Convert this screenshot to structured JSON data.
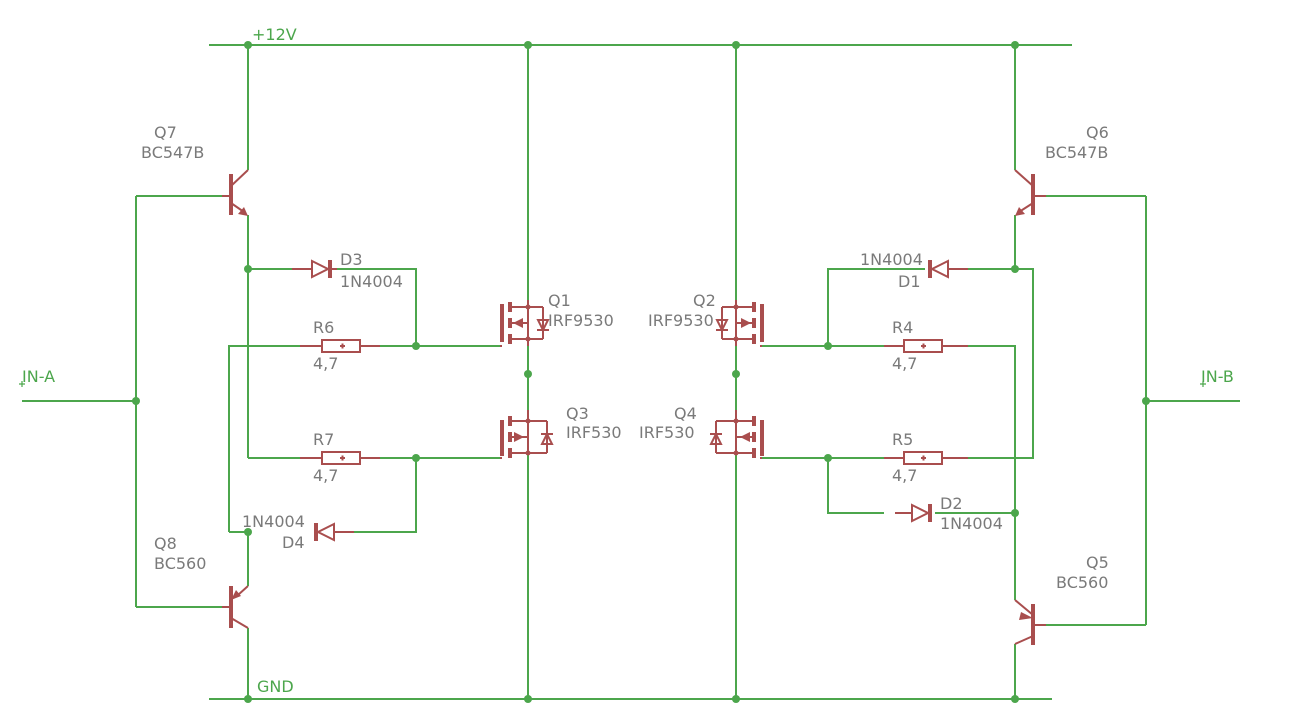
{
  "colors": {
    "wire": "#4ca64c",
    "part": "#a94e4e",
    "label": "#7a7a7a"
  },
  "nets": {
    "vcc": "+12V",
    "gnd": "GND",
    "in_a": "IN-A",
    "in_b": "IN-B"
  },
  "components": {
    "q1": {
      "name": "Q1",
      "value": "IRF9530"
    },
    "q2": {
      "name": "Q2",
      "value": "IRF9530"
    },
    "q3": {
      "name": "Q3",
      "value": "IRF530"
    },
    "q4": {
      "name": "Q4",
      "value": "IRF530"
    },
    "q5": {
      "name": "Q5",
      "value": "BC560"
    },
    "q6": {
      "name": "Q6",
      "value": "BC547B"
    },
    "q7": {
      "name": "Q7",
      "value": "BC547B"
    },
    "q8": {
      "name": "Q8",
      "value": "BC560"
    },
    "d1": {
      "name": "D1",
      "value": "1N4004"
    },
    "d2": {
      "name": "D2",
      "value": "1N4004"
    },
    "d3": {
      "name": "D3",
      "value": "1N4004"
    },
    "d4": {
      "name": "D4",
      "value": "1N4004"
    },
    "r4": {
      "name": "R4",
      "value": "4,7"
    },
    "r5": {
      "name": "R5",
      "value": "4,7"
    },
    "r6": {
      "name": "R6",
      "value": "4,7"
    },
    "r7": {
      "name": "R7",
      "value": "4,7"
    }
  }
}
